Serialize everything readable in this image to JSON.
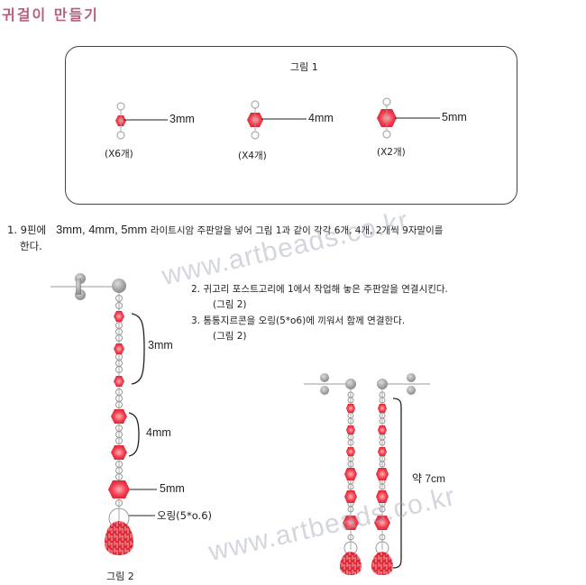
{
  "title": "귀걸이 만들기",
  "figure1": {
    "caption": "그림 1",
    "beads": [
      {
        "size": "3mm",
        "count": "(X6개)"
      },
      {
        "size": "4mm",
        "count": "(X4개)"
      },
      {
        "size": "5mm",
        "count": "(X2개)"
      }
    ]
  },
  "steps": {
    "step1_line1_prefix": "1. 9핀에",
    "step1_line1_sizes": "3mm, 4mm, 5mm",
    "step1_line1_suffix": "라이트시암 주판알을 넣어 그림 1과 같이 각각 6개, 4개, 2개씩 9자말이를",
    "step1_line2": "한다.",
    "step2_line1": "2.  귀고리 포스트고리에 1에서 작업해 놓은 주판알을 연결시킨다.",
    "step2_line2": "(그림 2)",
    "step3_line1": "3. 통통지르콘을 오링(5*o6)에 끼워서 함께 연결한다.",
    "step3_line2": "(그림 2)"
  },
  "figure2": {
    "caption": "그림 2",
    "label_3mm": "3mm",
    "label_4mm": "4mm",
    "label_5mm": "5mm",
    "label_oring": "오링(5*o.6)"
  },
  "figure3": {
    "length_label": "약 7cm"
  },
  "watermarks": [
    "www.artbeads.co.kr",
    "www.artbeads.co.kr"
  ],
  "colors": {
    "title": "#b5607a",
    "bead": "#e8283a",
    "metal": "#a0a0a0"
  }
}
